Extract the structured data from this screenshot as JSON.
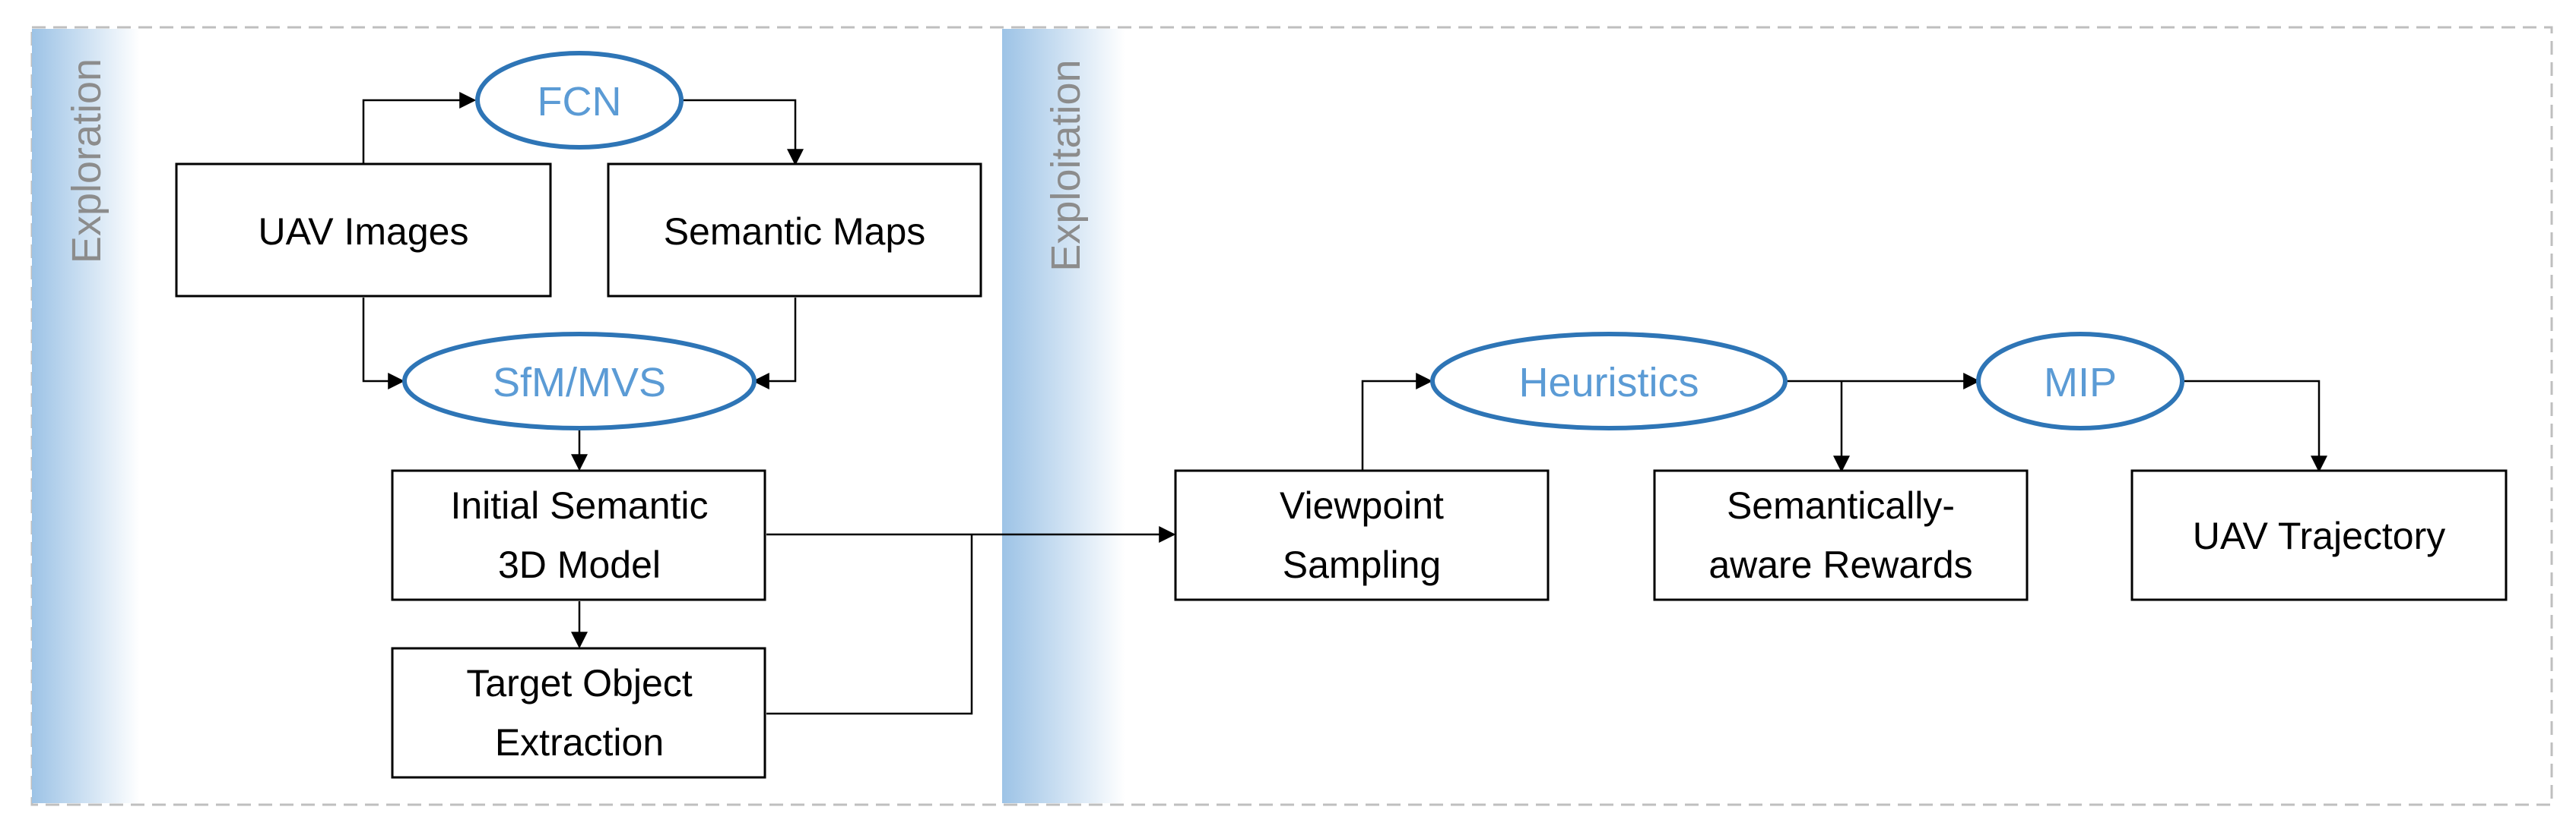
{
  "phases": {
    "exploration": "Exploration",
    "exploitation": "Exploitation"
  },
  "nodes": {
    "fcn": "FCN",
    "uav_images": "UAV Images",
    "semantic_maps": "Semantic Maps",
    "sfm_mvs": "SfM/MVS",
    "initial_model_line1": "Initial Semantic",
    "initial_model_line2": "3D Model",
    "target_line1": "Target Object",
    "target_line2": "Extraction",
    "viewpoint_line1": "Viewpoint",
    "viewpoint_line2": "Sampling",
    "heuristics": "Heuristics",
    "rewards_line1": "Semantically-",
    "rewards_line2": "aware Rewards",
    "mip": "MIP",
    "trajectory": "UAV Trajectory"
  },
  "colors": {
    "oval_stroke": "#2e75b6",
    "oval_text": "#5b9bd5",
    "band_gradient_start": "#9dc3e6",
    "phase_text": "#8c8c8c",
    "frame_dash": "#bfbfbf"
  }
}
